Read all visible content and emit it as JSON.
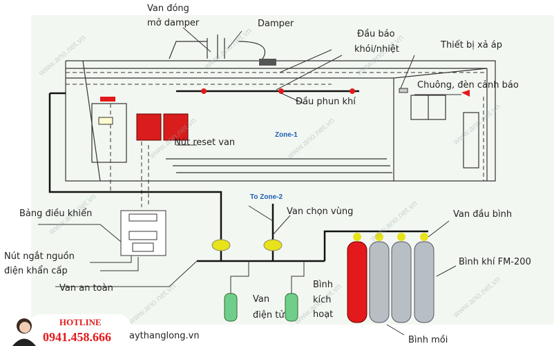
{
  "watermark": "www.ano.net.vn",
  "labels": {
    "damper_valve_1": "Van đóng",
    "damper_valve_2": "mở damper",
    "damper": "Damper",
    "detector_1": "Đầu báo",
    "detector_2": "khói/nhiệt",
    "pressure_relief": "Thiết bị xả áp",
    "alarm": "Chuông, đèn cảnh báo",
    "nozzle": "Đầu phun khí",
    "zone1": "Zone-1",
    "reset": "Nút reset van",
    "zone2": "To Zone-2",
    "selector_valve": "Van chọn vùng",
    "cylinder_valve": "Van đầu bình",
    "control_panel": "Bảng điều khiển",
    "emergency_1": "Nút ngắt nguồn",
    "emergency_2": "điện khẩn cấp",
    "safety_valve": "Van an toàn",
    "fm200": "Bình khí FM-200",
    "actuator_1": "Bình",
    "actuator_2": "kích",
    "actuator_3": "hoạt",
    "solenoid_1": "Van",
    "solenoid_2": "điện tử",
    "pilot": "Bình mồi",
    "website": "aythanglong.vn"
  },
  "hotline": {
    "title": "HOTLINE",
    "phone": "0941.458.666"
  },
  "colors": {
    "red": "#e3191b",
    "cylinder_gray": "#b7bec4",
    "green": "#6fcf8a",
    "yellow": "#e8e21a",
    "zone_blue": "#1a5fb4"
  }
}
